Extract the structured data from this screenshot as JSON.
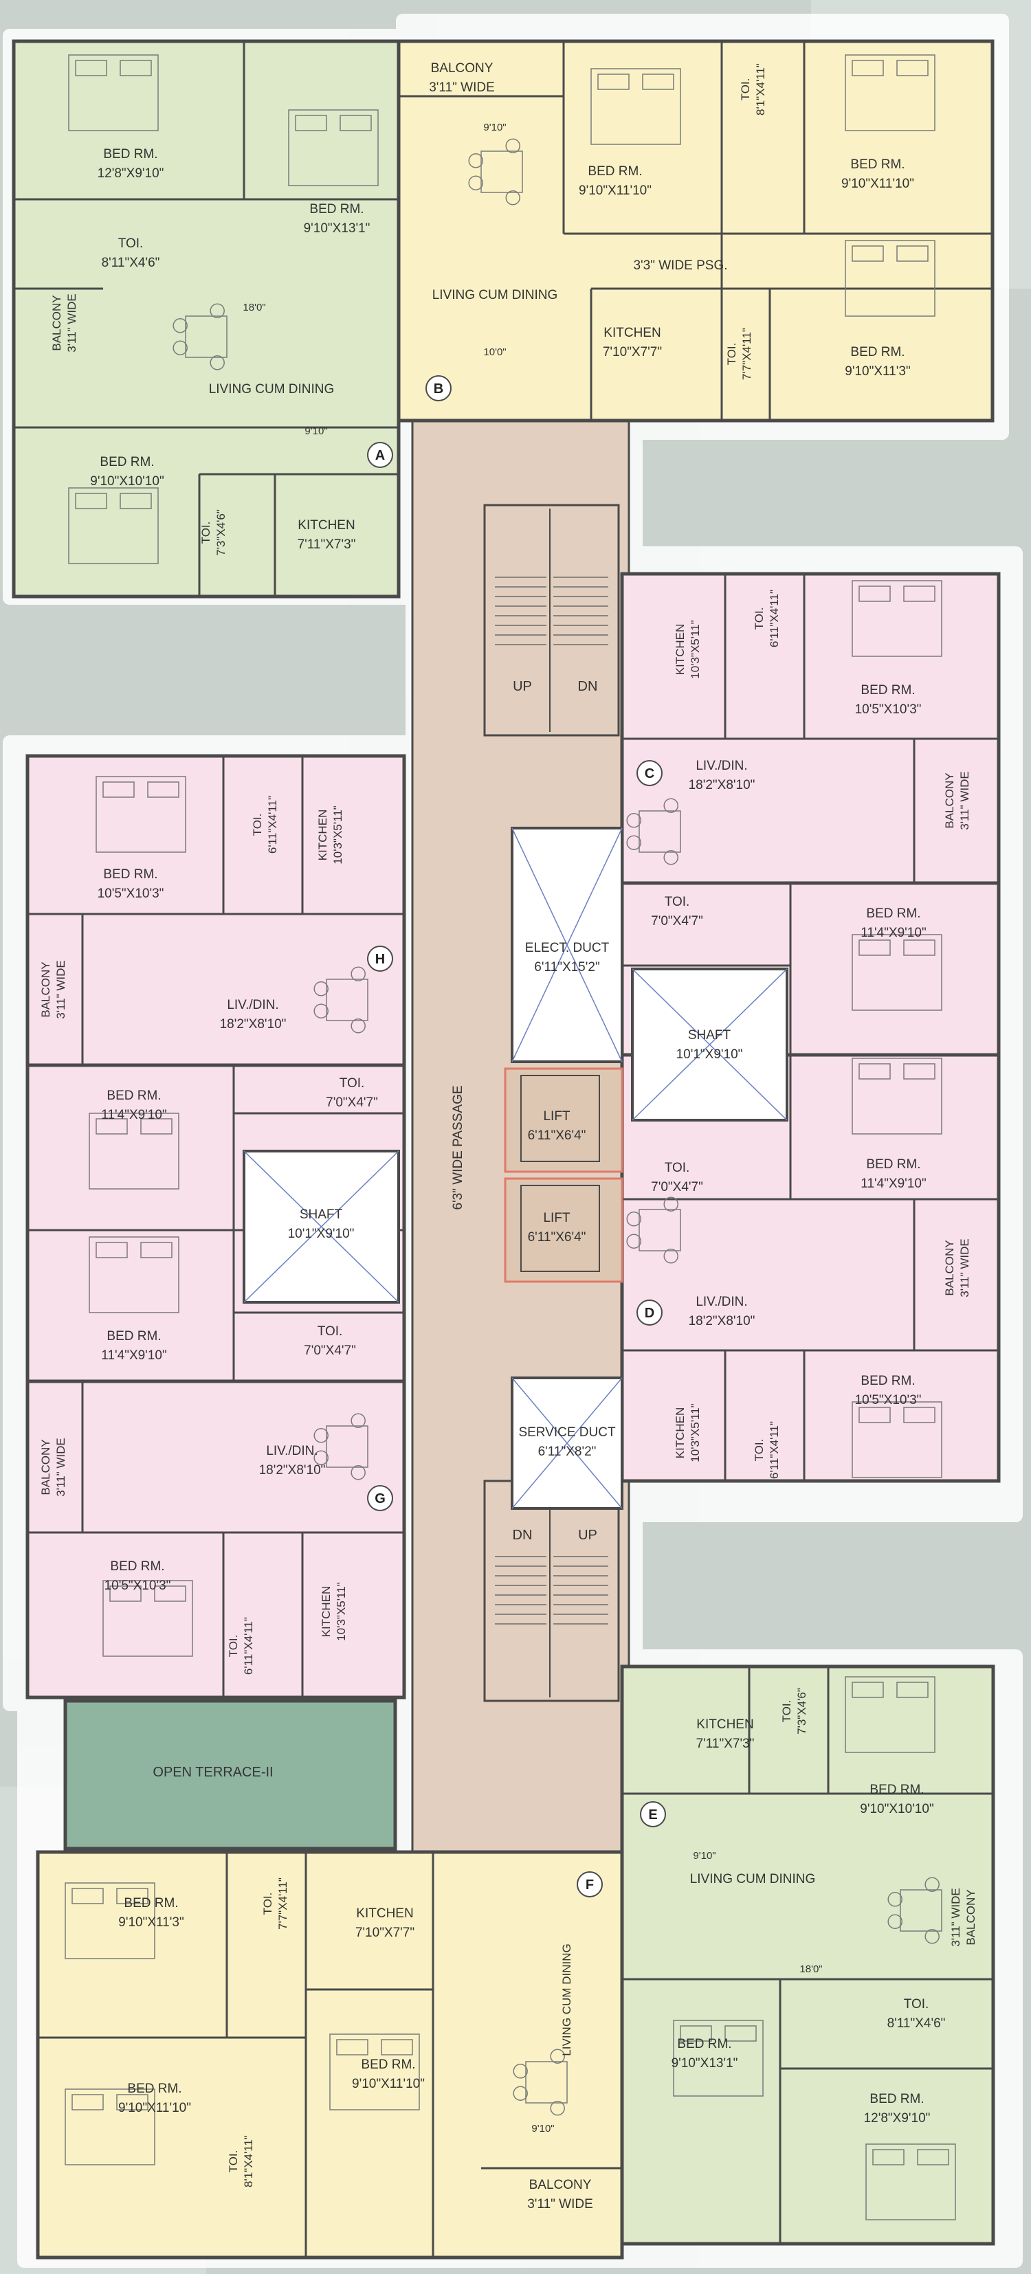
{
  "colors": {
    "background": "#c9d2cc",
    "backgroundLight": "#dfe6e1",
    "outline": "#ffffff",
    "wall": "#4a4a4a",
    "thinLine": "#6b6b6b",
    "accent": "#e07a6a",
    "passage": "#e3cfbf",
    "green": "#dde9c9",
    "yellow": "#faf2c6",
    "pink": "#f8e1ea",
    "terrace": "#8fb5a0",
    "shaft": "#ffffff",
    "lift": "#ddc7b2",
    "text": "#333333"
  },
  "flats": [
    {
      "id": "A",
      "marker": "A",
      "color": "green"
    },
    {
      "id": "B",
      "marker": "B",
      "color": "yellow"
    },
    {
      "id": "C",
      "marker": "C",
      "color": "pink"
    },
    {
      "id": "D",
      "marker": "D",
      "color": "pink"
    },
    {
      "id": "E",
      "marker": "E",
      "color": "green"
    },
    {
      "id": "F",
      "marker": "F",
      "color": "yellow"
    },
    {
      "id": "G",
      "marker": "G",
      "color": "pink"
    },
    {
      "id": "H",
      "marker": "H",
      "color": "pink"
    }
  ],
  "labels": {
    "passage": "6'3\" WIDE PASSAGE",
    "stairUp": "UP",
    "stairDown": "DN",
    "terrace": "OPEN TERRACE-II",
    "elect_name": "ELECT. DUCT",
    "elect_size": "6'11\"X15'2\"",
    "lift_name": "LIFT",
    "lift_size": "6'11\"X6'4\"",
    "service_name": "SERVICE DUCT",
    "service_size": "6'11\"X8'2\"",
    "shaft_name": "SHAFT",
    "shaft_size": "10'1\"X9'10\"",
    "bed": "BED RM.",
    "toi": "TOI.",
    "kitchen": "KITCHEN",
    "balcony": "BALCONY",
    "balcony_wide": "3'11\" WIDE",
    "living": "LIVING CUM DINING",
    "livdin": "LIV./DIN.",
    "psg": "3'3\" WIDE PSG."
  },
  "sizes": {
    "s12_8x9_10": "12'8\"X9'10\"",
    "s9_10x13_1": "9'10\"X13'1\"",
    "s8_11x4_6": "8'11\"X4'6\"",
    "s9_10x10_10": "9'10\"X10'10\"",
    "s7_3x4_6": "7'3\"X4'6\"",
    "s7_11x7_3": "7'11\"X7'3\"",
    "s9_10x11_10": "9'10\"X11'10\"",
    "s8_1x4_11": "8'1\"X4'11\"",
    "s7_10x7_7": "7'10\"X7'7\"",
    "s7_7x4_11": "7'7\"X4'11\"",
    "s9_10x11_3": "9'10\"X11'3\"",
    "s10_3x5_11": "10'3\"X5'11\"",
    "s6_11x4_11": "6'11\"X4'11\"",
    "s10_5x10_3": "10'5\"X10'3\"",
    "s18_2x8_10": "18'2\"X8'10\"",
    "s7_0x4_7": "7'0\"X4'7\"",
    "s11_4x9_10": "11'4\"X9'10\""
  },
  "dims": {
    "nine_ten": "9'10\"",
    "ten_zero": "10'0\"",
    "eighteen_zero": "18'0\""
  }
}
